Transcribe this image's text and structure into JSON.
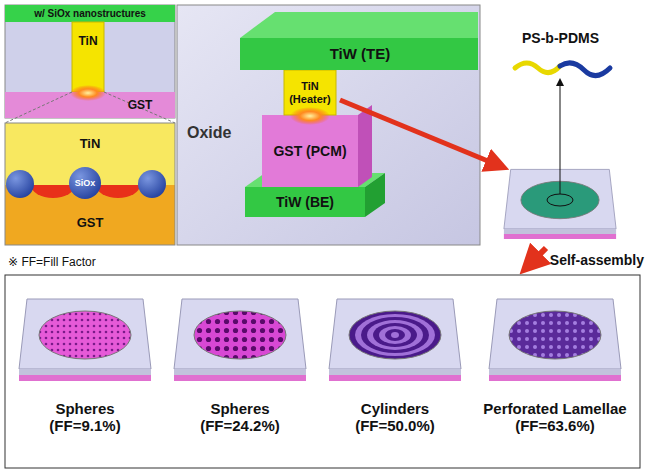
{
  "diagram": {
    "nodes": [
      {
        "text": [
          "w/ SiOx nanostructures"
        ]
      },
      {
        "text": [
          "TiN"
        ]
      },
      {
        "text": [
          "GST"
        ]
      },
      {
        "text": [
          "TiN"
        ]
      },
      {
        "text": [
          "SiOx"
        ]
      },
      {
        "text": [
          "GST"
        ]
      },
      {
        "text": [
          "Oxide"
        ]
      },
      {
        "text": [
          "TiW (TE)"
        ],
        "in": 6
      },
      {
        "text": [
          "TiN (Heater)"
        ],
        "in": 6
      },
      {
        "text": [
          "GST (PCM)"
        ],
        "in": 6
      },
      {
        "text": [
          "TiW (BE)"
        ],
        "in": 6
      },
      {
        "text": [
          "Spheres (FF=9.1%)"
        ]
      },
      {
        "text": [
          "Spheres (FF=24.2%)"
        ]
      },
      {
        "text": [
          "Cylinders (FF=50.0%)"
        ]
      },
      {
        "text": [
          "Perforated Lamellae (FF=63.6%)"
        ]
      }
    ],
    "labels": [
      "PS-b-PDMS",
      "Self-assembly",
      "※ FF=Fill Factor"
    ]
  }
}
